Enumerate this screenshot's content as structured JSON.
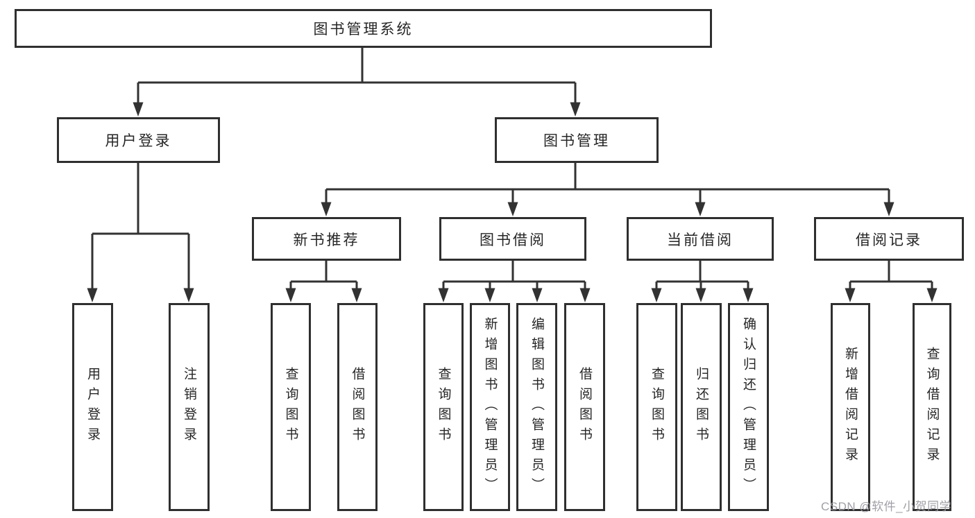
{
  "diagram": {
    "root": {
      "label": "图书管理系统"
    },
    "level2": [
      {
        "label": "用户登录",
        "parent": "图书管理系统"
      },
      {
        "label": "图书管理",
        "parent": "图书管理系统"
      }
    ],
    "level3": [
      {
        "label": "新书推荐",
        "parent": "图书管理"
      },
      {
        "label": "图书借阅",
        "parent": "图书管理"
      },
      {
        "label": "当前借阅",
        "parent": "图书管理"
      },
      {
        "label": "借阅记录",
        "parent": "图书管理"
      }
    ],
    "leaves": [
      {
        "label": "用户登录",
        "parent": "用户登录"
      },
      {
        "label": "注销登录",
        "parent": "用户登录"
      },
      {
        "label": "查询图书",
        "parent": "新书推荐"
      },
      {
        "label": "借阅图书",
        "parent": "新书推荐"
      },
      {
        "label": "查询图书",
        "parent": "图书借阅"
      },
      {
        "label": "新增图书（管理员）",
        "parent": "图书借阅"
      },
      {
        "label": "编辑图书（管理员）",
        "parent": "图书借阅"
      },
      {
        "label": "借阅图书",
        "parent": "图书借阅"
      },
      {
        "label": "查询图书",
        "parent": "当前借阅"
      },
      {
        "label": "归还图书",
        "parent": "当前借阅"
      },
      {
        "label": "确认归还（管理员）",
        "parent": "当前借阅"
      },
      {
        "label": "新增借阅记录",
        "parent": "借阅记录"
      },
      {
        "label": "查询借阅记录",
        "parent": "借阅记录"
      }
    ]
  },
  "watermark": {
    "text": "CSDN @软件_小贺同学",
    "color": "#9a9aa2"
  },
  "colors": {
    "line": "#323232",
    "box_border": "#2f2f2f",
    "text": "#262626",
    "background": "#ffffff"
  }
}
